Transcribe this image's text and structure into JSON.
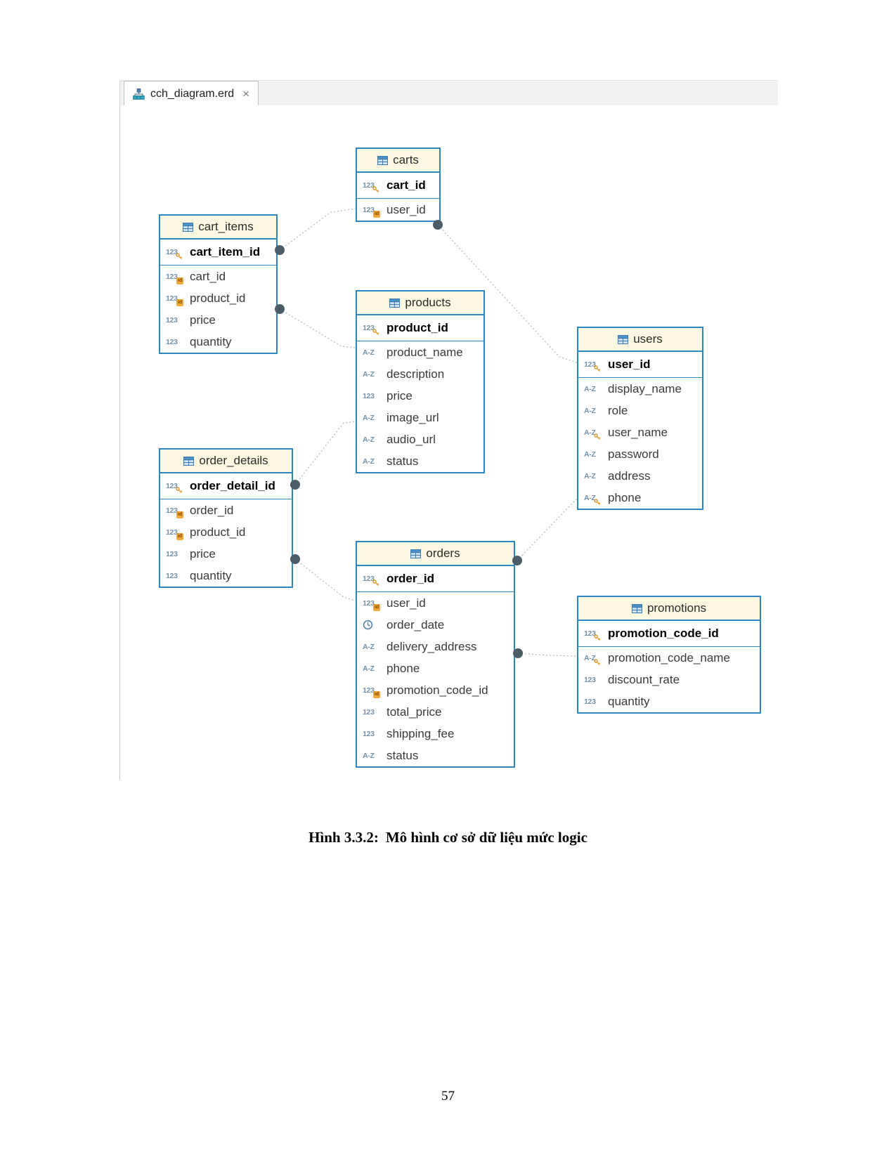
{
  "tab": {
    "title": "cch_diagram.erd",
    "close_label": "×"
  },
  "icons": {
    "erd_file": "erd-diagram-icon",
    "close": "close-x-icon",
    "table_header": "table-grid-icon",
    "numeric_glyph": "123",
    "text_glyph": "A-Z",
    "datetime": "clock-icon",
    "primary_key": "key-badge-icon",
    "unique_key": "key-badge-icon",
    "foreign_key": "id-badge-icon",
    "id_badge_label": "id"
  },
  "colors": {
    "table_border": "#2e86c1",
    "header_bg": "#fbf7e0",
    "accent_line": "#6f86bb",
    "connector_line": "#a3bac7",
    "connector_dot": "#4d5d68",
    "badge_orange": "#eda43b"
  },
  "tables": [
    {
      "id": "carts",
      "name": "carts",
      "columns": [
        {
          "name": "cart_id",
          "type": "numeric",
          "key": "pk"
        },
        {
          "name": "user_id",
          "type": "numeric",
          "key": "fk"
        }
      ]
    },
    {
      "id": "cart_items",
      "name": "cart_items",
      "columns": [
        {
          "name": "cart_item_id",
          "type": "numeric",
          "key": "pk"
        },
        {
          "name": "cart_id",
          "type": "numeric",
          "key": "fk"
        },
        {
          "name": "product_id",
          "type": "numeric",
          "key": "fk"
        },
        {
          "name": "price",
          "type": "numeric",
          "key": null
        },
        {
          "name": "quantity",
          "type": "numeric",
          "key": null
        }
      ]
    },
    {
      "id": "products",
      "name": "products",
      "columns": [
        {
          "name": "product_id",
          "type": "numeric",
          "key": "pk"
        },
        {
          "name": "product_name",
          "type": "text",
          "key": null
        },
        {
          "name": "description",
          "type": "text",
          "key": null
        },
        {
          "name": "price",
          "type": "numeric",
          "key": null
        },
        {
          "name": "image_url",
          "type": "text",
          "key": null
        },
        {
          "name": "audio_url",
          "type": "text",
          "key": null
        },
        {
          "name": "status",
          "type": "text",
          "key": null
        }
      ]
    },
    {
      "id": "users",
      "name": "users",
      "columns": [
        {
          "name": "user_id",
          "type": "numeric",
          "key": "pk"
        },
        {
          "name": "display_name",
          "type": "text",
          "key": null
        },
        {
          "name": "role",
          "type": "text",
          "key": null
        },
        {
          "name": "user_name",
          "type": "text",
          "key": "unique"
        },
        {
          "name": "password",
          "type": "text",
          "key": null
        },
        {
          "name": "address",
          "type": "text",
          "key": null
        },
        {
          "name": "phone",
          "type": "text",
          "key": "unique"
        }
      ]
    },
    {
      "id": "order_details",
      "name": "order_details",
      "columns": [
        {
          "name": "order_detail_id",
          "type": "numeric",
          "key": "pk"
        },
        {
          "name": "order_id",
          "type": "numeric",
          "key": "fk"
        },
        {
          "name": "product_id",
          "type": "numeric",
          "key": "fk"
        },
        {
          "name": "price",
          "type": "numeric",
          "key": null
        },
        {
          "name": "quantity",
          "type": "numeric",
          "key": null
        }
      ]
    },
    {
      "id": "orders",
      "name": "orders",
      "columns": [
        {
          "name": "order_id",
          "type": "numeric",
          "key": "pk"
        },
        {
          "name": "user_id",
          "type": "numeric",
          "key": "fk"
        },
        {
          "name": "order_date",
          "type": "datetime",
          "key": null
        },
        {
          "name": "delivery_address",
          "type": "text",
          "key": null
        },
        {
          "name": "phone",
          "type": "text",
          "key": null
        },
        {
          "name": "promotion_code_id",
          "type": "numeric",
          "key": "fk"
        },
        {
          "name": "total_price",
          "type": "numeric",
          "key": null
        },
        {
          "name": "shipping_fee",
          "type": "numeric",
          "key": null
        },
        {
          "name": "status",
          "type": "text",
          "key": null
        }
      ]
    },
    {
      "id": "promotions",
      "name": "promotions",
      "columns": [
        {
          "name": "promotion_code_id",
          "type": "numeric",
          "key": "pk"
        },
        {
          "name": "promotion_code_name",
          "type": "text",
          "key": "unique"
        },
        {
          "name": "discount_rate",
          "type": "numeric",
          "key": null
        },
        {
          "name": "quantity",
          "type": "numeric",
          "key": null
        }
      ]
    }
  ],
  "relationships": [
    {
      "from": "cart_items",
      "to": "carts"
    },
    {
      "from": "carts",
      "to": "users"
    },
    {
      "from": "cart_items",
      "to": "products"
    },
    {
      "from": "order_details",
      "to": "products"
    },
    {
      "from": "order_details",
      "to": "orders"
    },
    {
      "from": "orders",
      "to": "users"
    },
    {
      "from": "orders",
      "to": "promotions"
    }
  ],
  "caption": {
    "label": "Hình 3.3.2:",
    "text": "Mô hình cơ sở dữ liệu mức logic"
  },
  "page_number": "57"
}
